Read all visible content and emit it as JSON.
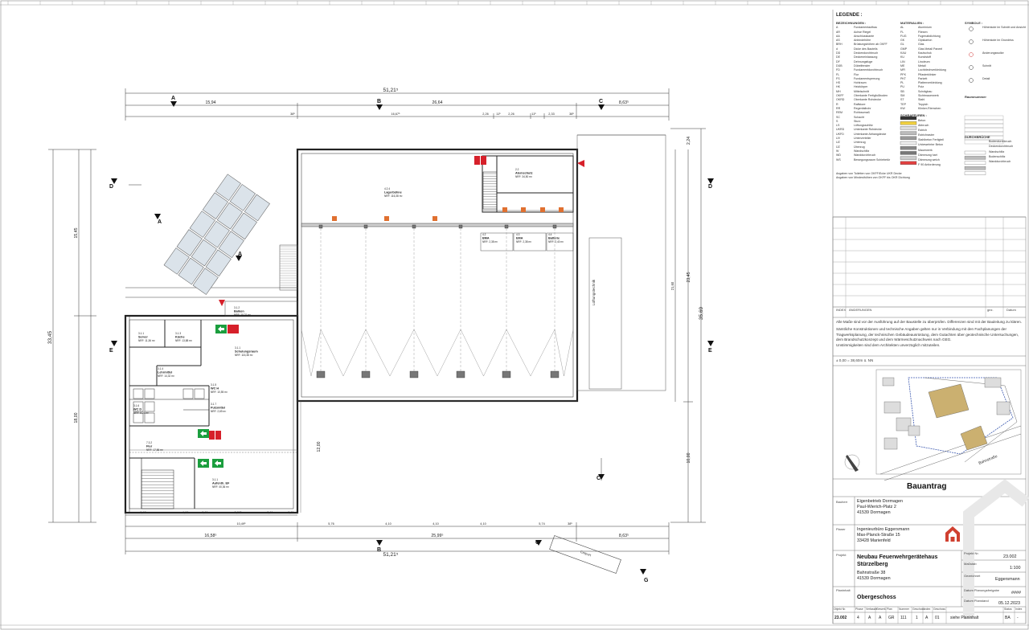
{
  "plan": {
    "dims_top_total": "51,21⁵",
    "dims_top_segments": [
      "15,94",
      "26,64",
      "8,63⁵"
    ],
    "dims_top_small": [
      "38⁵",
      "16,67⁵",
      "2,26",
      "11⁵",
      "2,26",
      "11⁵",
      "2,33",
      "38⁵"
    ],
    "dims_bottom_total": "51,21⁵",
    "dims_bottom_segments": [
      "16,58⁵",
      "25,99⁵",
      "8,63⁵"
    ],
    "dims_bottom_small": [
      "3,93",
      "1,51",
      "2,01",
      "3,86⁵",
      "2,01",
      "2,21",
      "10,49⁵",
      "5,76",
      "4,10",
      "4,10",
      "4,10",
      "5,74",
      "38⁵"
    ],
    "dims_left_total": "33,45",
    "dims_left_segments": [
      "15,45",
      "18,00"
    ],
    "dims_right_total": "35,69",
    "dims_right_segments": [
      "23,45",
      "10,00",
      "2,24"
    ],
    "dim_12_00": "12,00",
    "dim_21_60": "21,60",
    "section_marks": [
      "A",
      "B",
      "C",
      "D",
      "E",
      "G"
    ],
    "rooms": [
      {
        "num": "4.2.4",
        "name": "Lagerbühne",
        "area": "NRF: 116,38 m²"
      },
      {
        "num": "2.2",
        "name": "Atemschutz",
        "area": "NRF: 34,50 m²"
      },
      {
        "num": "4.2",
        "name": "BMA",
        "area": "NRF: 2,38 m²"
      },
      {
        "num": "4.3",
        "name": "EMA",
        "area": "NRF: 2,38 m²"
      },
      {
        "num": "4.4",
        "name": "Batterie",
        "area": "NRF: 2,40 m²"
      },
      {
        "num": "3.1.2",
        "name": "Balkon",
        "area": "NRF: 10,21 m²"
      },
      {
        "num": "3.1.1",
        "name": "Server",
        "area": "NRF: 11,36 m²"
      },
      {
        "num": "3.1.3",
        "name": "Küche",
        "area": "NRF: 13,88 m²"
      },
      {
        "num": "3.1.1",
        "name": "Schulungsraum",
        "area": "NRF: 115,38 m²"
      },
      {
        "num": "3.1.4",
        "name": "Lehrmittel",
        "area": "NRF: 14,32 m²"
      },
      {
        "num": "3.1.5",
        "name": "WC H",
        "area": "NRF: 10,55 m²"
      },
      {
        "num": "3.1.6",
        "name": "WC D",
        "area": "NRF: 8,25 m²"
      },
      {
        "num": "3.1.7",
        "name": "Putzmittel",
        "area": "NRF: 2,69 m²"
      },
      {
        "num": "7.3.2",
        "name": "Flur",
        "area": "NRF: 17,86 m²"
      },
      {
        "num": "3.1.1",
        "name": "Aufenth. EF",
        "area": "NRF: 40,36 m²"
      }
    ],
    "side_label": "Lüftungstechnik",
    "lower_bar_label": "Carport"
  },
  "legend": {
    "title": "LEGENDE :",
    "col1_head": "BEZEICHNUNGEN :",
    "col1": [
      [
        "A",
        "Fundamentaufbau"
      ],
      [
        "AR",
        "Achse Riegel"
      ],
      [
        "AA",
        "Anschlusskante"
      ],
      [
        "AS",
        "Anbindehöhe"
      ],
      [
        "BRH",
        "Brüstungshöhen ab OKFF"
      ],
      [
        "d",
        "Dicke des Bauteils"
      ],
      [
        "DD",
        "Deckendurchbruch"
      ],
      [
        "DE",
        "Deckeneinlassung"
      ],
      [
        "DF",
        "Dehnungsfuge"
      ],
      [
        "DÜB",
        "Dübelfenster"
      ],
      [
        "FD",
        "Fundamentdurchbruch"
      ],
      [
        "FL",
        "Flur"
      ],
      [
        "FS",
        "Fundamentsperrung"
      ],
      [
        "HS",
        "Hohlraum"
      ],
      [
        "HK",
        "Heizkörper"
      ],
      [
        "MH",
        "Mittelschnitt"
      ],
      [
        "OKFF",
        "Oberkante Fertigfußboden"
      ],
      [
        "OKRD",
        "Oberkante Rohdecke"
      ],
      [
        "R",
        "Raffstore"
      ],
      [
        "RR",
        "Regenfallrohr"
      ],
      [
        "REM",
        "Rohbaumaß"
      ],
      [
        "SC",
        "Schacht"
      ],
      [
        "S",
        "Sturz"
      ],
      [
        "LS",
        "Lüftungsschlitz"
      ],
      [
        "UKRD",
        "Unterkante Rohdecke"
      ],
      [
        "UKFD",
        "Unterkante Abhangdecke"
      ],
      [
        "UV",
        "Unterverteiler"
      ],
      [
        "UZ",
        "Unterzug"
      ],
      [
        "ÜZ",
        "Überzug"
      ],
      [
        "W",
        "Wandschlitz"
      ],
      [
        "WD",
        "Wanddurchbruch"
      ],
      [
        "WS",
        "Bewegungsraum Schiebetür"
      ]
    ],
    "col2_head": "MATERIALIEN :",
    "col2": [
      [
        "AL",
        "Aluminium"
      ],
      [
        "FL",
        "Fliesen"
      ],
      [
        "FUG",
        "Fugenabdichtung"
      ],
      [
        "GK",
        "Gipskarton"
      ],
      [
        "GL",
        "Glas"
      ],
      [
        "GMP",
        "Glas Metall Paneel"
      ],
      [
        "KAU",
        "Kautschuk"
      ],
      [
        "KU",
        "Kunststoff"
      ],
      [
        "LIN",
        "Linoleum"
      ],
      [
        "ME",
        "Metall"
      ],
      [
        "MFI",
        "Lochblechverkleidung"
      ],
      [
        "PFK",
        "Pflasterklinker"
      ],
      [
        "PKT",
        "Parkett"
      ],
      [
        "PL",
        "Plattenverkleidung"
      ],
      [
        "PU",
        "Putz"
      ],
      [
        "SB",
        "Schrägbau"
      ],
      [
        "SM",
        "Sichtmauerwerk"
      ],
      [
        "ST",
        "Stahl"
      ],
      [
        "TEP",
        "Teppich"
      ],
      [
        "KW",
        "Klinker-Riemchen"
      ]
    ],
    "col2_head2": "SCHRAFFUREN :",
    "hatch_labels": [
      "Beton",
      "Abbruch",
      "Estrich",
      "Estrichraster",
      "Stahlbeton Fertigteil",
      "Unbewehrter Beton",
      "Mauerwerk",
      "Dämmung hart",
      "Dämmung weich",
      "F 90 Anforderung"
    ],
    "col3_head": "SYMBOLE :",
    "symbol_labels": [
      "Höhenkote im Schnitt und Ansicht",
      "Höhenkote im Grundriss",
      "Änderungswolke",
      "Schnitt",
      "Detail"
    ],
    "raumnummer_head": "Raumnummer",
    "durchbruch_head": "DURCHBRÜCHE",
    "durchbruch_items": [
      "Bodendurchbruch",
      "Deckendurchbruch",
      "Wandschlitz",
      "Bodenschlitz",
      "Wanddurchbruch"
    ],
    "notes_under": [
      "Angaben von Toiletten von OKFF/Ecke UKR Decke",
      "Angaben von Mindesthöhen von OKFF bis OKR Dichtung"
    ]
  },
  "revision_table": {
    "headers": [
      "INDEX",
      "ÄNDERUNGEN",
      "gez.",
      "Datum"
    ]
  },
  "notes": [
    "Alle Maße sind vor der Ausführung auf der Baustelle zu überprüfen. Differenzen sind mit der Bauleitung zu klären.",
    "Sämtliche Konstruktionen und technische Angaben gelten nur in Verbindung mit den Fachplanungen der Tragwerksplanung, der technischen Gebäudeausrüstung, dem Gutachten über geotechnische Untersuchungen, dem Brandschutzkonzept und dem Wärmeschutznachweis nach GEG.",
    "Unstimmigkeiten sind dem Architekten unverzüglich mitzuteilen."
  ],
  "site_plan": {
    "elevation": "± 0,00 = 38,60m ü. NN",
    "street": "Bahnstraße"
  },
  "title_block": {
    "title": "Bauantrag",
    "bauherr_label": "Bauherr",
    "bauherr": [
      "Eigenbetrieb Dormagen",
      "Paul-Wierich-Platz 2",
      "41539 Dormagen"
    ],
    "planer_label": "Planer",
    "planer": [
      "Ingenieurbüro Eggersmann",
      "Max-Planck-Straße 15",
      "33428 Marienfeld"
    ],
    "projekt_label": "Projekt",
    "projekt": [
      "Neubau Feuerwehrgerätehaus",
      "Stürzelberg"
    ],
    "projekt_addr": [
      "Bahnstraße 38",
      "41539 Dormagen"
    ],
    "plannummer_label": "Projekt Nr.",
    "plannummer": "23.002",
    "massstab_label": "Maßstab",
    "massstab": "1:100",
    "gezeichnet_label": "Gezeichnet",
    "gezeichnet": "Eggersmann",
    "planinhalt_label": "Planinhalt",
    "planinhalt": "Obergeschoss",
    "datum_plan_label": "Datum Planungsfreigabe",
    "datum_plan": "####",
    "datum_stand_label": "Datum Planstand",
    "datum_stand": "05.12.2023",
    "code_headers": [
      "Objekt Nr.",
      "Phase",
      "Verfasser",
      "Gewerk",
      "Plan",
      "Nummer",
      "Geschoss",
      "Index",
      "Geschoss",
      "Status",
      "Index"
    ],
    "code_values": [
      "23.002",
      "4",
      "A",
      "A",
      "GR",
      "111",
      "1",
      "A",
      "01",
      "siehe Planinhalt",
      "BA",
      "-"
    ]
  }
}
